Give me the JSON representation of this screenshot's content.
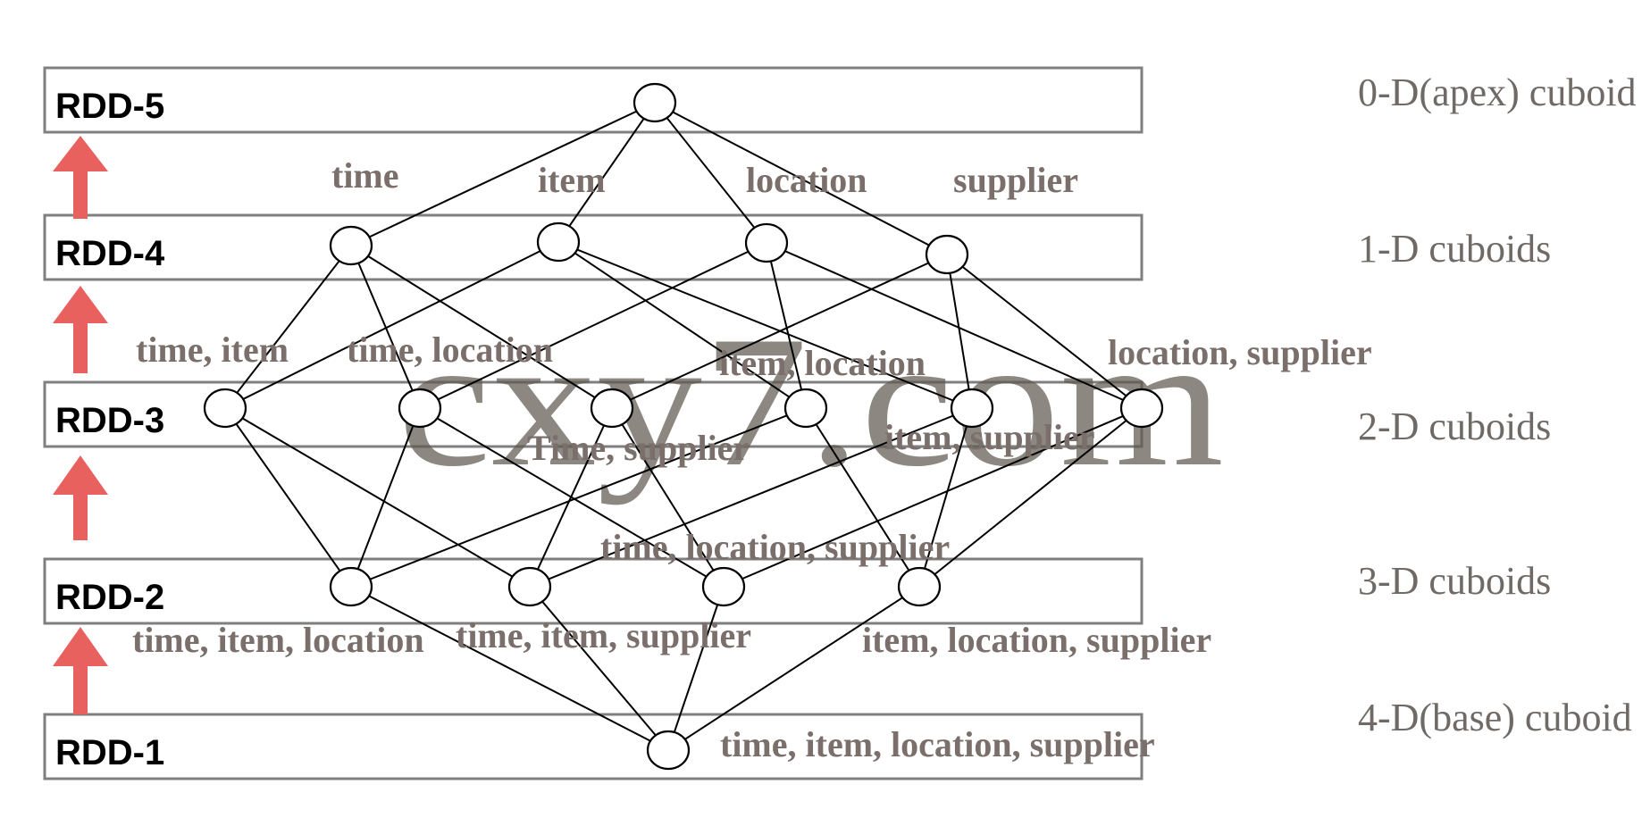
{
  "colors": {
    "arrow": "#e9615f",
    "band_border": "#7f7f7f",
    "node_label": "#7a6f6a",
    "level_label": "#6f6a66",
    "watermark": "#5f5a50"
  },
  "watermark": "cxy7.com",
  "rdd_bands": [
    {
      "label": "RDD-5"
    },
    {
      "label": "RDD-4"
    },
    {
      "label": "RDD-3"
    },
    {
      "label": "RDD-2"
    },
    {
      "label": "RDD-1"
    }
  ],
  "levels": [
    {
      "label": "0-D(apex) cuboid"
    },
    {
      "label": "1-D cuboids"
    },
    {
      "label": "2-D cuboids"
    },
    {
      "label": "3-D cuboids"
    },
    {
      "label": "4-D(base) cuboid"
    }
  ],
  "nodes": {
    "apex": {
      "label": ""
    },
    "time": {
      "label": "time"
    },
    "item": {
      "label": "item"
    },
    "location": {
      "label": "location"
    },
    "supplier": {
      "label": "supplier"
    },
    "time_item": {
      "label": "time, item"
    },
    "time_location": {
      "label": "time, location"
    },
    "time_supplier": {
      "label": "Time, supplier"
    },
    "item_location": {
      "label": "item, location"
    },
    "item_supplier": {
      "label": "item, supplier"
    },
    "location_supplier": {
      "label": "location, supplier"
    },
    "time_item_location": {
      "label": "time, item, location"
    },
    "time_item_supplier": {
      "label": "time, item, supplier"
    },
    "time_location_supplier": {
      "label": "time, location, supplier"
    },
    "item_location_supplier": {
      "label": "item, location, supplier"
    },
    "base": {
      "label": "time, item, location, supplier"
    }
  },
  "edges": [
    [
      "apex",
      "time"
    ],
    [
      "apex",
      "item"
    ],
    [
      "apex",
      "location"
    ],
    [
      "apex",
      "supplier"
    ],
    [
      "time",
      "time_item"
    ],
    [
      "time",
      "time_location"
    ],
    [
      "time",
      "time_supplier"
    ],
    [
      "item",
      "time_item"
    ],
    [
      "item",
      "item_location"
    ],
    [
      "item",
      "item_supplier"
    ],
    [
      "location",
      "time_location"
    ],
    [
      "location",
      "item_location"
    ],
    [
      "location",
      "location_supplier"
    ],
    [
      "supplier",
      "time_supplier"
    ],
    [
      "supplier",
      "item_supplier"
    ],
    [
      "supplier",
      "location_supplier"
    ],
    [
      "time_item",
      "time_item_location"
    ],
    [
      "time_item",
      "time_item_supplier"
    ],
    [
      "time_location",
      "time_item_location"
    ],
    [
      "time_location",
      "time_location_supplier"
    ],
    [
      "time_supplier",
      "time_item_supplier"
    ],
    [
      "time_supplier",
      "time_location_supplier"
    ],
    [
      "item_location",
      "time_item_location"
    ],
    [
      "item_location",
      "item_location_supplier"
    ],
    [
      "item_supplier",
      "time_item_supplier"
    ],
    [
      "item_supplier",
      "item_location_supplier"
    ],
    [
      "location_supplier",
      "time_location_supplier"
    ],
    [
      "location_supplier",
      "item_location_supplier"
    ],
    [
      "time_item_location",
      "base"
    ],
    [
      "time_item_supplier",
      "base"
    ],
    [
      "time_location_supplier",
      "base"
    ],
    [
      "item_location_supplier",
      "base"
    ]
  ]
}
